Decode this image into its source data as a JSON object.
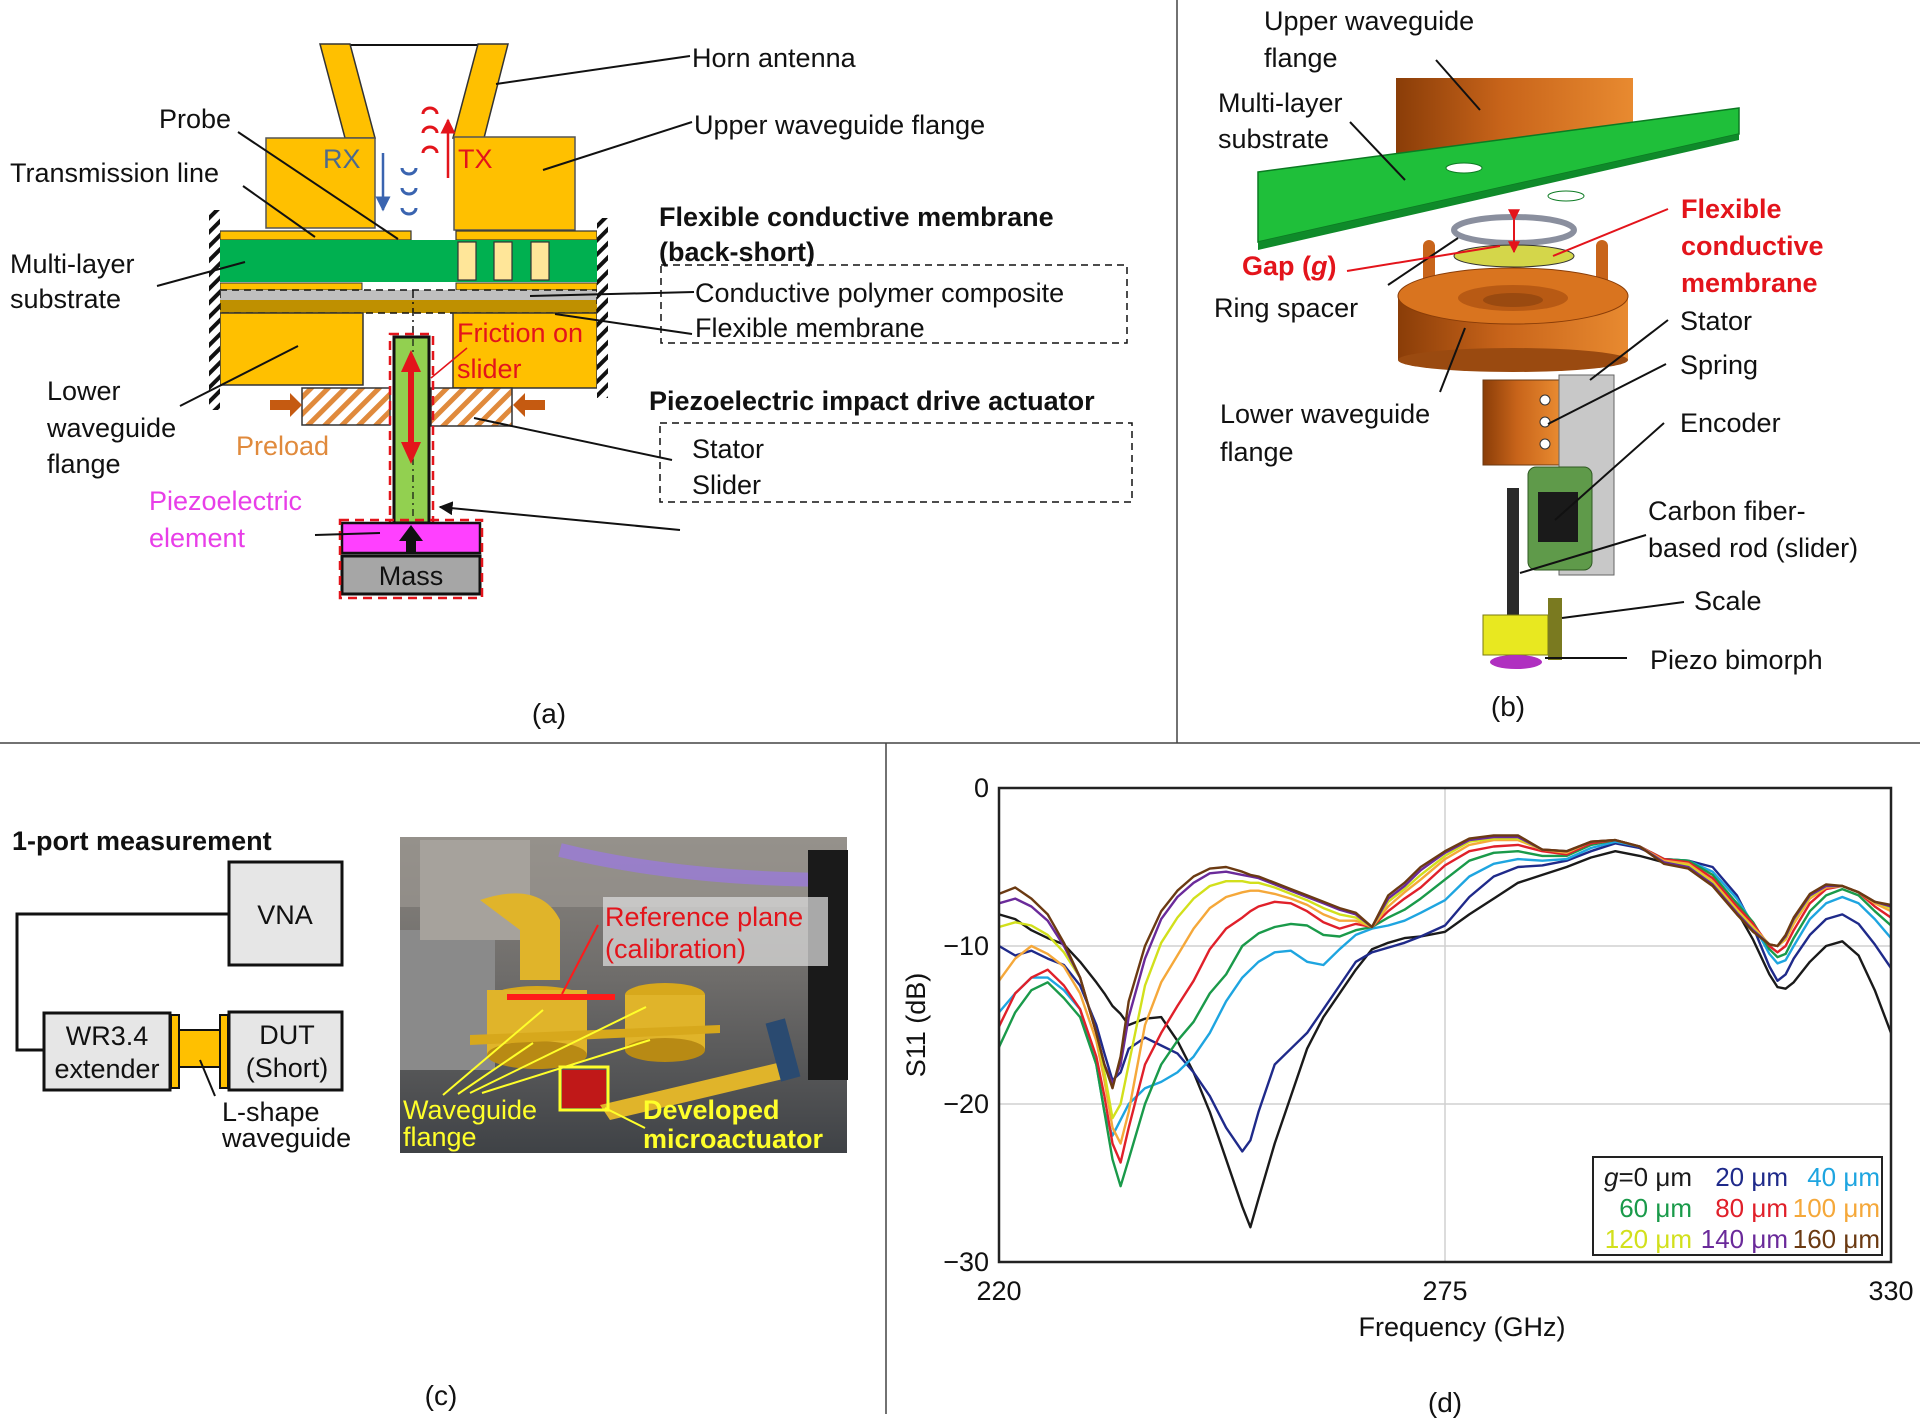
{
  "panels": {
    "a": {
      "label": "(a)",
      "horn_antenna": "Horn antenna",
      "upper_flange": "Upper waveguide flange",
      "probe": "Probe",
      "transmission_line": "Transmission line",
      "substrate": [
        "Multi-layer",
        "substrate"
      ],
      "lower_flange": [
        "Lower",
        "waveguide",
        "flange"
      ],
      "preload": "Preload",
      "piezo_element": [
        "Piezoelectric",
        "element"
      ],
      "mass": "Mass",
      "rx": "RX",
      "tx": "TX",
      "friction": [
        "Friction on",
        "slider"
      ],
      "membrane_heading": [
        "Flexible conductive membrane",
        "(back-short)"
      ],
      "membrane_items": [
        "Conductive polymer composite",
        "Flexible membrane"
      ],
      "actuator_heading": "Piezoelectric impact drive actuator",
      "actuator_items": [
        "Stator",
        "Slider"
      ]
    },
    "b": {
      "label": "(b)",
      "upper_flange": [
        "Upper waveguide",
        "flange"
      ],
      "substrate": [
        "Multi-layer",
        "substrate"
      ],
      "membrane": [
        "Flexible",
        "conductive",
        "membrane"
      ],
      "gap": "Gap (",
      "gap_symbol": "g",
      "gap_close": ")",
      "ring_spacer": "Ring spacer",
      "lower_flange": [
        "Lower waveguide",
        "flange"
      ],
      "stator": "Stator",
      "spring": "Spring",
      "encoder": "Encoder",
      "rod": [
        "Carbon fiber-",
        "based rod (slider)"
      ],
      "scale": "Scale",
      "bimorph": "Piezo bimorph"
    },
    "c": {
      "label": "(c)",
      "heading": "1-port measurement",
      "vna": "VNA",
      "extender": [
        "WR3.4",
        "extender"
      ],
      "dut": [
        "DUT",
        "(Short)"
      ],
      "waveguide": [
        "L-shape",
        "waveguide"
      ],
      "photo_reference": [
        "Reference plane",
        "(calibration)"
      ],
      "photo_flange": [
        "Waveguide",
        "flange"
      ],
      "photo_actuator": [
        "Developed",
        "microactuator"
      ]
    },
    "d": {
      "label": "(d)"
    }
  },
  "colors": {
    "flange": "#ffc000",
    "substrate": "#00b050",
    "stator_hatch": "#e08a3c",
    "slider": "#92d050",
    "piezo": "#ff40ff",
    "mass": "#a6a6a6",
    "cad_copper": "#d9741f",
    "accent_red": "#e3141b"
  },
  "chart_data": {
    "type": "line",
    "title": "",
    "xlabel": "Frequency (GHz)",
    "ylabel": "S11 (dB)",
    "xlim": [
      220,
      330
    ],
    "ylim": [
      -30,
      0
    ],
    "xticks": [
      220,
      275,
      330
    ],
    "yticks": [
      0,
      -10,
      -20,
      -30
    ],
    "ytick_labels": [
      "0",
      "−10",
      "−20",
      "−30"
    ],
    "grid": true,
    "legend_position": "bottom-right",
    "legend_prefix": "g",
    "x": [
      220,
      222,
      224,
      226,
      228,
      230,
      232,
      233,
      234,
      235,
      236,
      238,
      240,
      242,
      244,
      246,
      248,
      250,
      251,
      252,
      254,
      256,
      258,
      260,
      262,
      264,
      266,
      268,
      270,
      272,
      275,
      278,
      281,
      284,
      287,
      290,
      293,
      296,
      299,
      302,
      305,
      308,
      311,
      313,
      315,
      316,
      317,
      318,
      320,
      322,
      324,
      326,
      328,
      330
    ],
    "series": [
      {
        "name": "=0 μm",
        "label": "g=0 μm",
        "color": "#1a1a1a",
        "values": [
          -8.0,
          -8.3,
          -9.0,
          -9.5,
          -9.9,
          -11.0,
          -12.3,
          -13.0,
          -13.8,
          -14.3,
          -15.0,
          -14.6,
          -14.5,
          -16.0,
          -18.0,
          -20.5,
          -23.5,
          -26.5,
          -27.8,
          -26.0,
          -22.5,
          -19.5,
          -16.5,
          -14.5,
          -13.0,
          -11.5,
          -10.2,
          -9.8,
          -9.5,
          -9.4,
          -9.1,
          -8.0,
          -7.0,
          -6.0,
          -5.5,
          -5.0,
          -4.4,
          -4.0,
          -4.3,
          -4.7,
          -5.0,
          -6.0,
          -7.8,
          -9.6,
          -11.8,
          -12.6,
          -12.7,
          -12.3,
          -11.0,
          -10.0,
          -9.7,
          -10.6,
          -12.8,
          -15.5
        ]
      },
      {
        "name": "20 μm",
        "label": "20 μm",
        "color": "#1f2a8a",
        "values": [
          -10.0,
          -10.6,
          -10.3,
          -10.8,
          -11.2,
          -12.5,
          -15.0,
          -16.8,
          -18.5,
          -18.0,
          -16.5,
          -15.8,
          -16.3,
          -16.8,
          -18.0,
          -19.5,
          -21.5,
          -23.0,
          -22.3,
          -20.5,
          -17.5,
          -16.5,
          -15.5,
          -14.0,
          -12.5,
          -11.0,
          -10.4,
          -10.1,
          -9.8,
          -9.4,
          -8.7,
          -6.9,
          -5.6,
          -5.0,
          -4.9,
          -4.6,
          -4.0,
          -3.5,
          -3.8,
          -4.5,
          -4.6,
          -5.0,
          -6.8,
          -8.8,
          -11.3,
          -12.2,
          -11.8,
          -10.8,
          -9.3,
          -8.3,
          -8.0,
          -8.6,
          -9.9,
          -11.4
        ]
      },
      {
        "name": "40 μm",
        "label": "40 μm",
        "color": "#1ea5e0",
        "values": [
          -14.2,
          -13.0,
          -12.0,
          -12.0,
          -12.8,
          -14.0,
          -17.5,
          -20.5,
          -22.0,
          -21.0,
          -20.0,
          -19.0,
          -18.6,
          -18.0,
          -17.0,
          -15.5,
          -13.5,
          -12.0,
          -11.5,
          -11.0,
          -10.4,
          -10.3,
          -11.0,
          -11.2,
          -10.2,
          -9.3,
          -8.9,
          -8.7,
          -8.4,
          -7.9,
          -7.1,
          -5.6,
          -4.8,
          -4.5,
          -4.6,
          -4.5,
          -3.8,
          -3.4,
          -3.7,
          -4.5,
          -4.6,
          -5.3,
          -7.0,
          -8.6,
          -10.5,
          -11.1,
          -10.9,
          -10.0,
          -8.3,
          -7.3,
          -6.9,
          -7.3,
          -8.3,
          -9.5
        ]
      },
      {
        "name": "60 μm",
        "label": "60 μm",
        "color": "#1a9a4a",
        "values": [
          -16.4,
          -14.2,
          -12.8,
          -12.3,
          -13.3,
          -14.5,
          -17.5,
          -20.5,
          -23.5,
          -25.2,
          -23.5,
          -20.0,
          -17.5,
          -16.0,
          -14.8,
          -13.0,
          -11.8,
          -10.0,
          -9.6,
          -9.2,
          -8.8,
          -8.6,
          -8.7,
          -9.3,
          -9.4,
          -9.0,
          -8.8,
          -8.2,
          -7.7,
          -7.0,
          -5.8,
          -4.6,
          -4.1,
          -4.0,
          -4.3,
          -4.3,
          -3.6,
          -3.3,
          -3.7,
          -4.5,
          -4.6,
          -5.5,
          -7.3,
          -8.5,
          -10.2,
          -10.7,
          -10.5,
          -9.5,
          -7.8,
          -6.8,
          -6.4,
          -6.8,
          -7.8,
          -8.7
        ]
      },
      {
        "name": "80 μm",
        "label": "80 μm",
        "color": "#e0202a",
        "values": [
          -15.1,
          -13.0,
          -12.0,
          -11.5,
          -12.5,
          -14.0,
          -17.0,
          -19.5,
          -22.5,
          -23.7,
          -21.5,
          -17.5,
          -15.5,
          -13.8,
          -12.2,
          -10.2,
          -8.9,
          -8.2,
          -7.8,
          -7.5,
          -7.2,
          -7.3,
          -7.8,
          -8.5,
          -8.9,
          -8.6,
          -8.8,
          -7.8,
          -7.0,
          -6.3,
          -4.9,
          -4.0,
          -3.7,
          -3.6,
          -4.0,
          -4.2,
          -3.5,
          -3.3,
          -3.7,
          -4.5,
          -4.7,
          -5.7,
          -7.5,
          -8.6,
          -10.0,
          -10.4,
          -10.0,
          -9.0,
          -7.3,
          -6.4,
          -6.2,
          -6.6,
          -7.5,
          -8.2
        ]
      },
      {
        "name": "100 μm",
        "label": "100 μm",
        "color": "#f5a83a",
        "values": [
          -12.2,
          -10.8,
          -10.0,
          -10.5,
          -11.3,
          -13.0,
          -16.0,
          -18.5,
          -21.5,
          -22.5,
          -20.5,
          -15.0,
          -12.3,
          -10.6,
          -8.9,
          -7.6,
          -6.9,
          -6.6,
          -6.5,
          -6.5,
          -6.7,
          -7.0,
          -7.4,
          -8.0,
          -8.4,
          -8.4,
          -8.8,
          -7.5,
          -6.6,
          -5.8,
          -4.5,
          -3.6,
          -3.3,
          -3.3,
          -3.9,
          -4.1,
          -3.4,
          -3.3,
          -3.7,
          -4.6,
          -4.8,
          -5.9,
          -7.7,
          -8.8,
          -9.9,
          -10.0,
          -9.6,
          -8.6,
          -7.0,
          -6.3,
          -6.2,
          -6.6,
          -7.3,
          -7.8
        ]
      },
      {
        "name": "120 μm",
        "label": "120 μm",
        "color": "#d2e01c",
        "values": [
          -8.8,
          -8.5,
          -8.7,
          -9.3,
          -10.4,
          -12.0,
          -15.5,
          -18.0,
          -20.9,
          -20.0,
          -17.5,
          -12.5,
          -9.8,
          -8.2,
          -7.0,
          -6.2,
          -5.9,
          -5.9,
          -6.0,
          -6.0,
          -6.3,
          -6.7,
          -7.1,
          -7.6,
          -8.0,
          -8.2,
          -8.8,
          -7.2,
          -6.4,
          -5.5,
          -4.3,
          -3.4,
          -3.2,
          -3.2,
          -3.9,
          -4.0,
          -3.4,
          -3.3,
          -3.7,
          -4.7,
          -4.9,
          -6.0,
          -7.8,
          -8.9,
          -9.9,
          -10.0,
          -9.5,
          -8.4,
          -6.9,
          -6.2,
          -6.2,
          -6.6,
          -7.2,
          -7.6
        ]
      },
      {
        "name": "140 μm",
        "label": "140 μm",
        "color": "#6a2a9a",
        "values": [
          -7.3,
          -7.0,
          -7.5,
          -8.4,
          -10.0,
          -12.0,
          -15.5,
          -17.5,
          -18.7,
          -17.5,
          -14.5,
          -10.8,
          -8.3,
          -6.9,
          -6.0,
          -5.4,
          -5.3,
          -5.5,
          -5.6,
          -5.7,
          -6.1,
          -6.5,
          -6.9,
          -7.3,
          -7.7,
          -8.0,
          -8.8,
          -7.0,
          -6.2,
          -5.2,
          -4.1,
          -3.3,
          -3.1,
          -3.1,
          -3.9,
          -4.0,
          -3.4,
          -3.3,
          -3.7,
          -4.7,
          -5.0,
          -6.1,
          -7.9,
          -9.0,
          -9.9,
          -10.0,
          -9.4,
          -8.3,
          -6.8,
          -6.2,
          -6.2,
          -6.6,
          -7.2,
          -7.5
        ]
      },
      {
        "name": "160 μm",
        "label": "160 μm",
        "color": "#6b3a12",
        "values": [
          -6.7,
          -6.3,
          -7.0,
          -8.0,
          -9.8,
          -12.0,
          -15.5,
          -17.5,
          -19.0,
          -17.0,
          -13.5,
          -10.0,
          -7.8,
          -6.5,
          -5.6,
          -5.1,
          -5.0,
          -5.3,
          -5.5,
          -5.6,
          -6.0,
          -6.4,
          -6.8,
          -7.2,
          -7.6,
          -7.9,
          -8.8,
          -6.8,
          -6.0,
          -5.0,
          -4.0,
          -3.2,
          -3.0,
          -3.0,
          -3.9,
          -4.0,
          -3.4,
          -3.3,
          -3.7,
          -4.8,
          -5.1,
          -6.2,
          -8.0,
          -9.1,
          -9.9,
          -10.0,
          -9.3,
          -8.2,
          -6.7,
          -6.1,
          -6.2,
          -6.6,
          -7.2,
          -7.4
        ]
      }
    ]
  }
}
